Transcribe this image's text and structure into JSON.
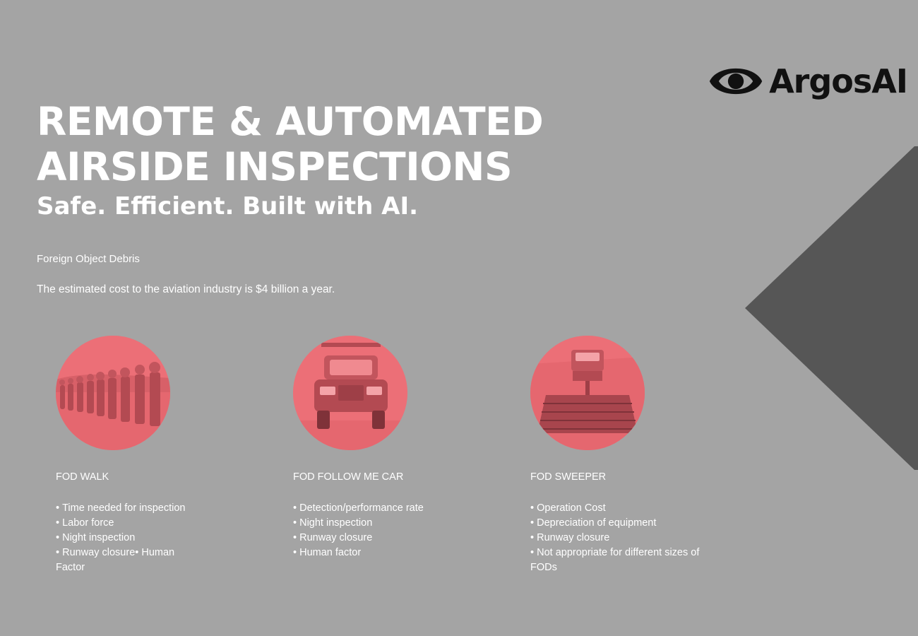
{
  "brand": {
    "name": "ArgosAI",
    "logo_icon": "eye-icon",
    "logo_color": "#111111"
  },
  "headline": {
    "line1": "REMOTE & AUTOMATED",
    "line2": "AIRSIDE INSPECTIONS",
    "tagline": "Safe.  Efficient.  Built with AI."
  },
  "intro": {
    "label": "Foreign Object Debris",
    "cost": "The estimated cost to the aviation industry is $4 billion a year."
  },
  "colors": {
    "background": "#a4a4a4",
    "accent_shape": "#565656",
    "photo_tint": "#ec6f77",
    "text": "#ffffff"
  },
  "cards": [
    {
      "photo": "fod-walk-photo",
      "title": "FOD WALK",
      "items": [
        "Time needed for inspection",
        "Labor force",
        "Night inspection",
        "Runway closure• Human Factor"
      ]
    },
    {
      "photo": "follow-me-car-photo",
      "title": "FOD FOLLOW ME CAR",
      "items": [
        "Detection/performance rate",
        "Night inspection",
        "Runway closure",
        "Human factor"
      ]
    },
    {
      "photo": "fod-sweeper-photo",
      "title": "FOD SWEEPER",
      "items": [
        "Operation Cost",
        "Depreciation of equipment",
        "Runway closure",
        "Not appropriate for different sizes of FODs"
      ]
    }
  ]
}
